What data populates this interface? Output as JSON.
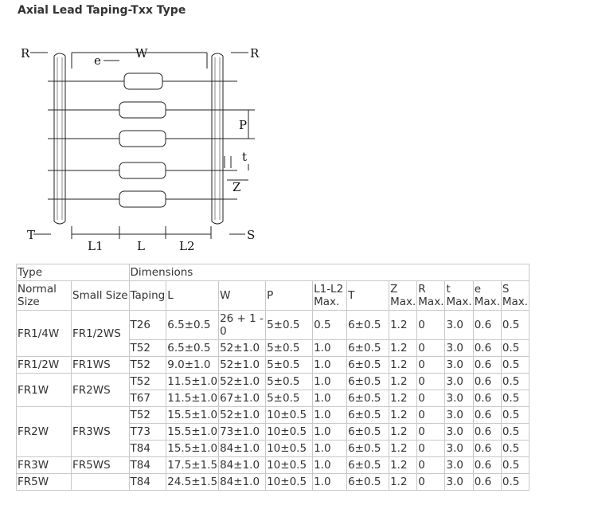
{
  "page": {
    "title": "Axial Lead Taping-Txx Type"
  },
  "diagram": {
    "labels": {
      "R_left": "R",
      "R_right": "R",
      "e": "e",
      "W": "W",
      "P": "P",
      "t": "t",
      "Z": "Z",
      "T": "T",
      "S": "S",
      "L1": "L1",
      "L": "L",
      "L2": "L2"
    }
  },
  "table": {
    "header": {
      "type": "Type",
      "dimensions": "Dimensions",
      "normal_size": "Normal Size",
      "small_size": "Small Size",
      "taping": "Taping",
      "L": "L",
      "W": "W",
      "P": "P",
      "L1L2": "L1-L2 Max.",
      "T": "T",
      "Z": "Z Max.",
      "R": "R Max.",
      "t": "t Max.",
      "e": "e Max.",
      "S": "S Max."
    },
    "groups": [
      {
        "normal": "FR1/4W",
        "small": "FR1/2WS",
        "rows": [
          {
            "taping": "T26",
            "L": "6.5±0.5",
            "W": "26 + 1 - 0",
            "P": "5±0.5",
            "L1L2": "0.5",
            "T": "6±0.5",
            "Z": "1.2",
            "R": "0",
            "t": "3.0",
            "e": "0.6",
            "S": "0.5"
          },
          {
            "taping": "T52",
            "L": "6.5±0.5",
            "W": "52±1.0",
            "P": "5±0.5",
            "L1L2": "1.0",
            "T": "6±0.5",
            "Z": "1.2",
            "R": "0",
            "t": "3.0",
            "e": "0.6",
            "S": "0.5"
          }
        ]
      },
      {
        "normal": "FR1/2W",
        "small": "FR1WS",
        "rows": [
          {
            "taping": "T52",
            "L": "9.0±1.0",
            "W": "52±1.0",
            "P": "5±0.5",
            "L1L2": "1.0",
            "T": "6±0.5",
            "Z": "1.2",
            "R": "0",
            "t": "3.0",
            "e": "0.6",
            "S": "0.5"
          }
        ]
      },
      {
        "normal": "FR1W",
        "small": "FR2WS",
        "rows": [
          {
            "taping": "T52",
            "L": "11.5±1.0",
            "W": "52±1.0",
            "P": "5±0.5",
            "L1L2": "1.0",
            "T": "6±0.5",
            "Z": "1.2",
            "R": "0",
            "t": "3.0",
            "e": "0.6",
            "S": "0.5"
          },
          {
            "taping": "T67",
            "L": "11.5±1.0",
            "W": "67±1.0",
            "P": "5±0.5",
            "L1L2": "1.0",
            "T": "6±0.5",
            "Z": "1.2",
            "R": "0",
            "t": "3.0",
            "e": "0.6",
            "S": "0.5"
          }
        ]
      },
      {
        "normal": "FR2W",
        "small": "FR3WS",
        "rows": [
          {
            "taping": "T52",
            "L": "15.5±1.0",
            "W": "52±1.0",
            "P": "10±0.5",
            "L1L2": "1.0",
            "T": "6±0.5",
            "Z": "1.2",
            "R": "0",
            "t": "3.0",
            "e": "0.6",
            "S": "0.5"
          },
          {
            "taping": "T73",
            "L": "15.5±1.0",
            "W": "73±1.0",
            "P": "10±0.5",
            "L1L2": "1.0",
            "T": "6±0.5",
            "Z": "1.2",
            "R": "0",
            "t": "3.0",
            "e": "0.6",
            "S": "0.5"
          },
          {
            "taping": "T84",
            "L": "15.5±1.0",
            "W": "84±1.0",
            "P": "10±0.5",
            "L1L2": "1.0",
            "T": "6±0.5",
            "Z": "1.2",
            "R": "0",
            "t": "3.0",
            "e": "0.6",
            "S": "0.5"
          }
        ]
      },
      {
        "normal": "FR3W",
        "small": "FR5WS",
        "rows": [
          {
            "taping": "T84",
            "L": "17.5±1.5",
            "W": "84±1.0",
            "P": "10±0.5",
            "L1L2": "1.0",
            "T": "6±0.5",
            "Z": "1.2",
            "R": "0",
            "t": "3.0",
            "e": "0.6",
            "S": "0.5"
          }
        ]
      },
      {
        "normal": "FR5W",
        "small": "",
        "rows": [
          {
            "taping": "T84",
            "L": "24.5±1.5",
            "W": "84±1.0",
            "P": "10±0.5",
            "L1L2": "1.0",
            "T": "6±0.5",
            "Z": "1.2",
            "R": "0",
            "t": "3.0",
            "e": "0.6",
            "S": "0.5"
          }
        ]
      }
    ]
  }
}
